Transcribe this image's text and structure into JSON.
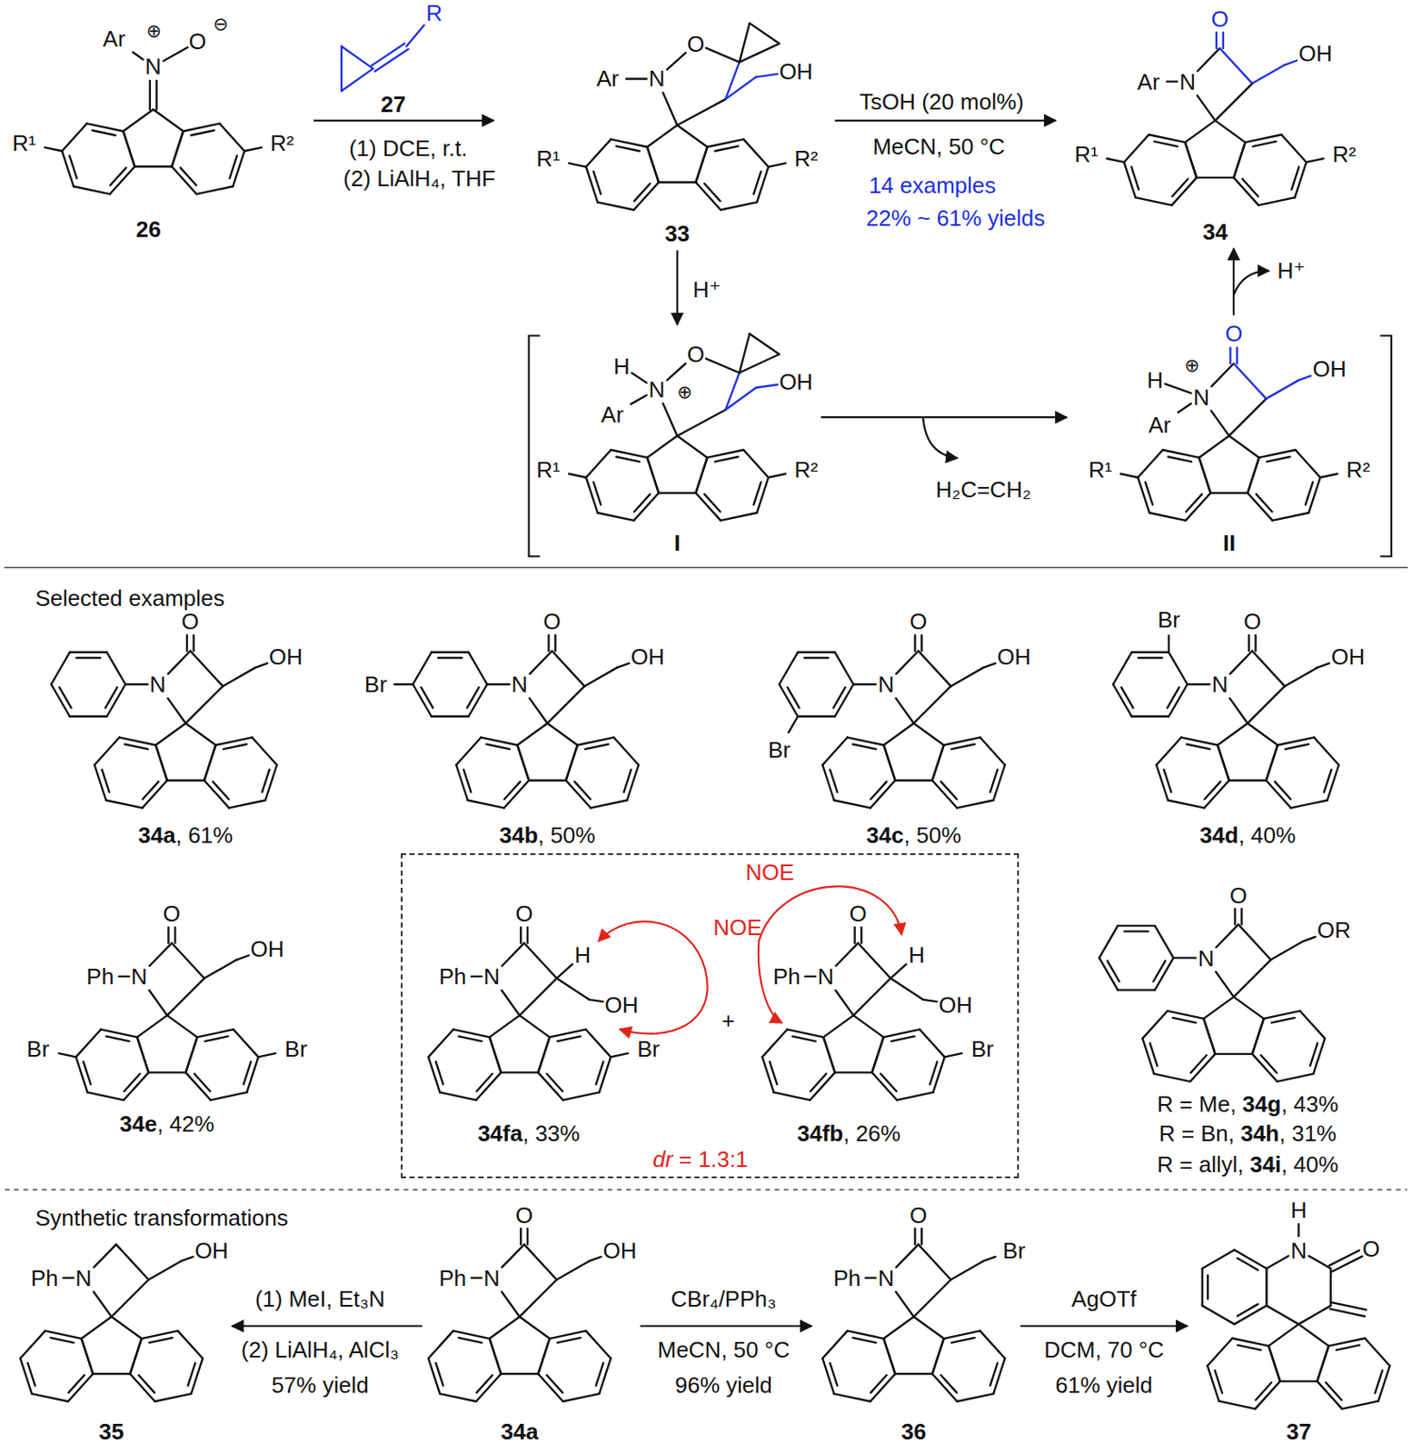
{
  "diagram": {
    "nodes": [
      {
        "text": [
          "NOE",
          "O",
          "Ph",
          "N",
          "H",
          "OH",
          "Br",
          "34fa, 33%",
          "+",
          "NOE",
          "O",
          "Ph",
          "N",
          "H",
          "OH",
          "Br",
          "34fb, 26%",
          "dr = 1.3:1"
        ]
      }
    ],
    "labels": [
      "Ar",
      "⊕",
      "N",
      "O",
      "⊖",
      "R¹",
      "R²",
      "26",
      "R",
      "27",
      "(1) DCE, r.t.",
      "(2) LiAlH₄, THF",
      "Ar",
      "N",
      "O",
      "OH",
      "R¹",
      "R²",
      "33",
      "TsOH (20 mol%)",
      "MeCN, 50 °C",
      "14 examples",
      "22% ~ 61% yields",
      "O",
      "Ar",
      "N",
      "OH",
      "R¹",
      "R²",
      "34",
      "H⁺",
      "H",
      "O",
      "N",
      "⊕",
      "OH",
      "Ar",
      "R¹",
      "R²",
      "I",
      "H₂C=CH₂",
      "O",
      "H",
      "⊕",
      "N",
      "OH",
      "Ar",
      "R¹",
      "R²",
      "II",
      "H⁺",
      "Selected examples",
      "O",
      "N",
      "OH",
      "34a, 61%",
      "Br",
      "O",
      "N",
      "OH",
      "34b, 50%",
      "O",
      "N",
      "OH",
      "Br",
      "34c, 50%",
      "Br",
      "O",
      "N",
      "OH",
      "34d, 40%",
      "O",
      "Ph",
      "N",
      "OH",
      "Br",
      "Br",
      "34e, 42%",
      "O",
      "N",
      "OR",
      "R = Me, 34g, 43%",
      "R = Bn, 34h, 31%",
      "R = allyl, 34i, 40%",
      "Synthetic transformations",
      "Ph",
      "N",
      "OH",
      "35",
      "(1) MeI, Et₃N",
      "(2) LiAlH₄, AlCl₃",
      "57% yield",
      "O",
      "Ph",
      "N",
      "OH",
      "34a",
      "CBr₄/PPh₃",
      "MeCN, 50 °C",
      "96% yield",
      "O",
      "Ph",
      "N",
      "Br",
      "36",
      "AgOTf",
      "DCM, 70 °C",
      "61% yield",
      "H",
      "N",
      "O",
      "37"
    ]
  }
}
